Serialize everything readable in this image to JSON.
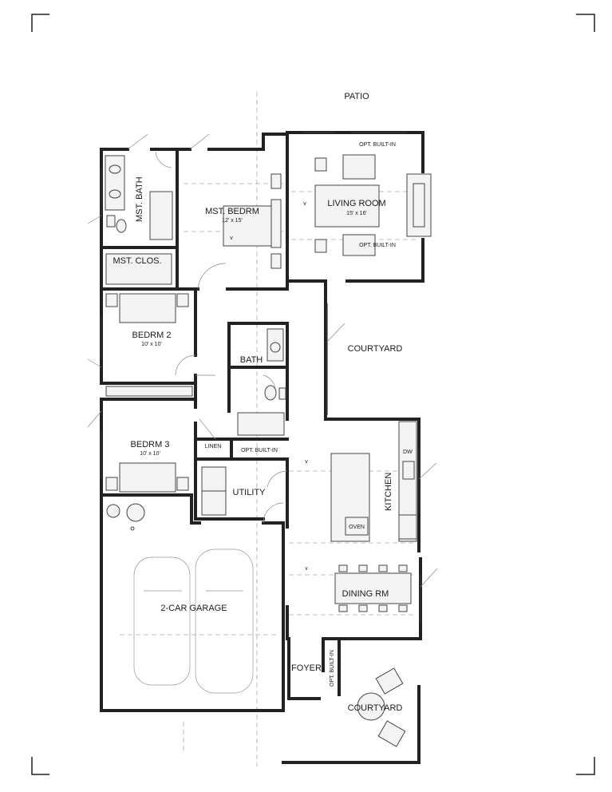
{
  "rooms": {
    "patio": "PATIO",
    "living": {
      "name": "LIVING ROOM",
      "dim": "15' x 16'"
    },
    "opt_built_in_top": "OPT. BUILT-IN",
    "opt_built_in_bottom": "OPT. BUILT-IN",
    "master_bath": "MST. BATH",
    "master_bed": {
      "name": "MST. BEDRM",
      "dim": "12' x 15'"
    },
    "master_closet": "MST. CLOS.",
    "bed2": {
      "name": "BEDRM 2",
      "dim": "10' x 10'"
    },
    "bath": "BATH",
    "courtyard_upper": "COURTYARD",
    "bed3": {
      "name": "BEDRM 3",
      "dim": "10' x 10'"
    },
    "linen": "LINEN",
    "opt_built_in_hall": "OPT. BUILT-IN",
    "dw": "DW",
    "kitchen": "KITCHEN",
    "oven": "OVEN",
    "utility": "UTILITY",
    "garage": "2-CAR GARAGE",
    "dining": "DINING RM",
    "foyer": "FOYER",
    "opt_built_in_foyer": "OPT. BUILT-IN",
    "courtyard_lower": "COURTYARD"
  },
  "markers": {
    "ceiling": "v"
  }
}
